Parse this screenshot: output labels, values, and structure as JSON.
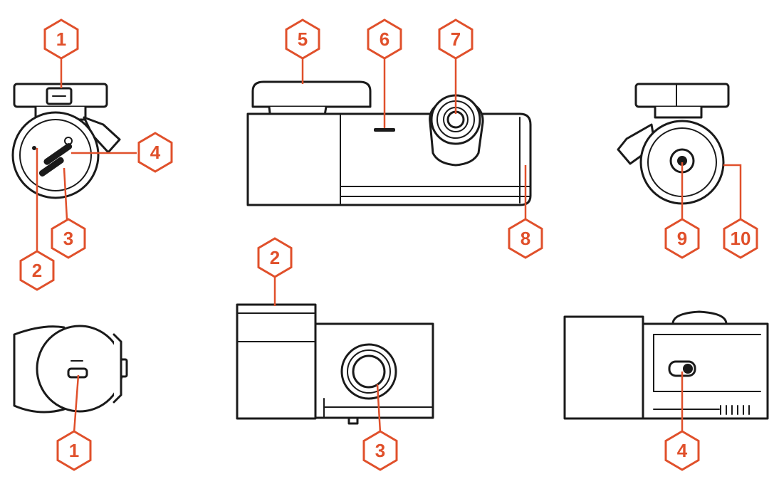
{
  "accent": "#e0502b",
  "callouts": [
    {
      "id": "top-left-1",
      "number": "1"
    },
    {
      "id": "top-left-2",
      "number": "2"
    },
    {
      "id": "top-left-3",
      "number": "3"
    },
    {
      "id": "top-left-4",
      "number": "4"
    },
    {
      "id": "top-middle-5",
      "number": "5"
    },
    {
      "id": "top-middle-6",
      "number": "6"
    },
    {
      "id": "top-middle-7",
      "number": "7"
    },
    {
      "id": "top-middle-8",
      "number": "8"
    },
    {
      "id": "top-right-9",
      "number": "9"
    },
    {
      "id": "top-right-10",
      "number": "10"
    },
    {
      "id": "bottom-left-1",
      "number": "1"
    },
    {
      "id": "bottom-middle-2",
      "number": "2"
    },
    {
      "id": "bottom-middle-3",
      "number": "3"
    },
    {
      "id": "bottom-right-4",
      "number": "4"
    }
  ]
}
